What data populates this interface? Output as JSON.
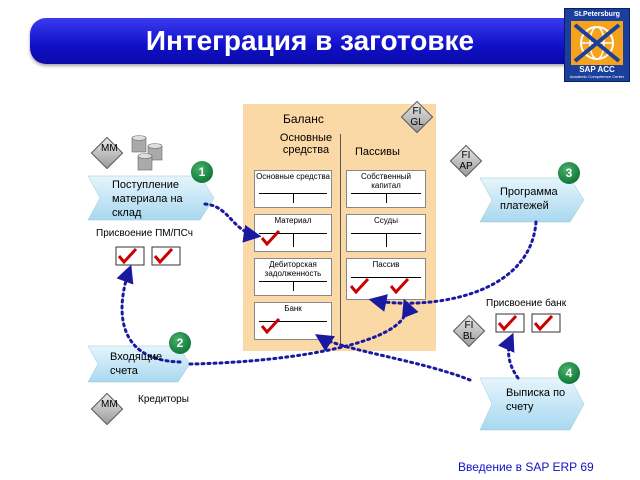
{
  "title": "Интеграция в заготовке",
  "logo": {
    "top_text": "St.Petersburg",
    "name": "SAP ACC",
    "sub": "Academic Competence Center"
  },
  "balance": {
    "title": "Баланс",
    "fixed_assets_header": "Основные средства",
    "liabilities_header": "Пассивы",
    "accounts": {
      "fixed_assets": "Основные средства",
      "equity": "Собственный капитал",
      "materials": "Материал",
      "loans": "Ссуды",
      "receivables": "Дебиторская задолженность",
      "liabilities": "Пассив",
      "bank": "Банк"
    }
  },
  "modules": {
    "mm_top": "MM",
    "mm_bottom": "MM",
    "fi_gl": "FI GL",
    "fi_ap": "FI AP",
    "fi_bl": "FI BL"
  },
  "steps": {
    "step1": {
      "number": "1",
      "label": "Поступление материала на склад",
      "sublabel": "Присвоение ПМ/ПСч"
    },
    "step2": {
      "number": "2",
      "label": "Входящие счета",
      "sublabel": "Кредиторы"
    },
    "step3": {
      "number": "3",
      "label": "Программа платежей",
      "sublabel": "Присвоение банк"
    },
    "step4": {
      "number": "4",
      "label": "Выписка по счету"
    }
  },
  "footer": {
    "text": "Введение в SAP ERP",
    "page": "69"
  },
  "colors": {
    "title_bar": "#1010c8",
    "panel": "#fad9a6",
    "arrow": "#bfe3f5",
    "dotted": "#1a1aa0",
    "check": "#cc0000",
    "step_circle": "#137a3a"
  }
}
